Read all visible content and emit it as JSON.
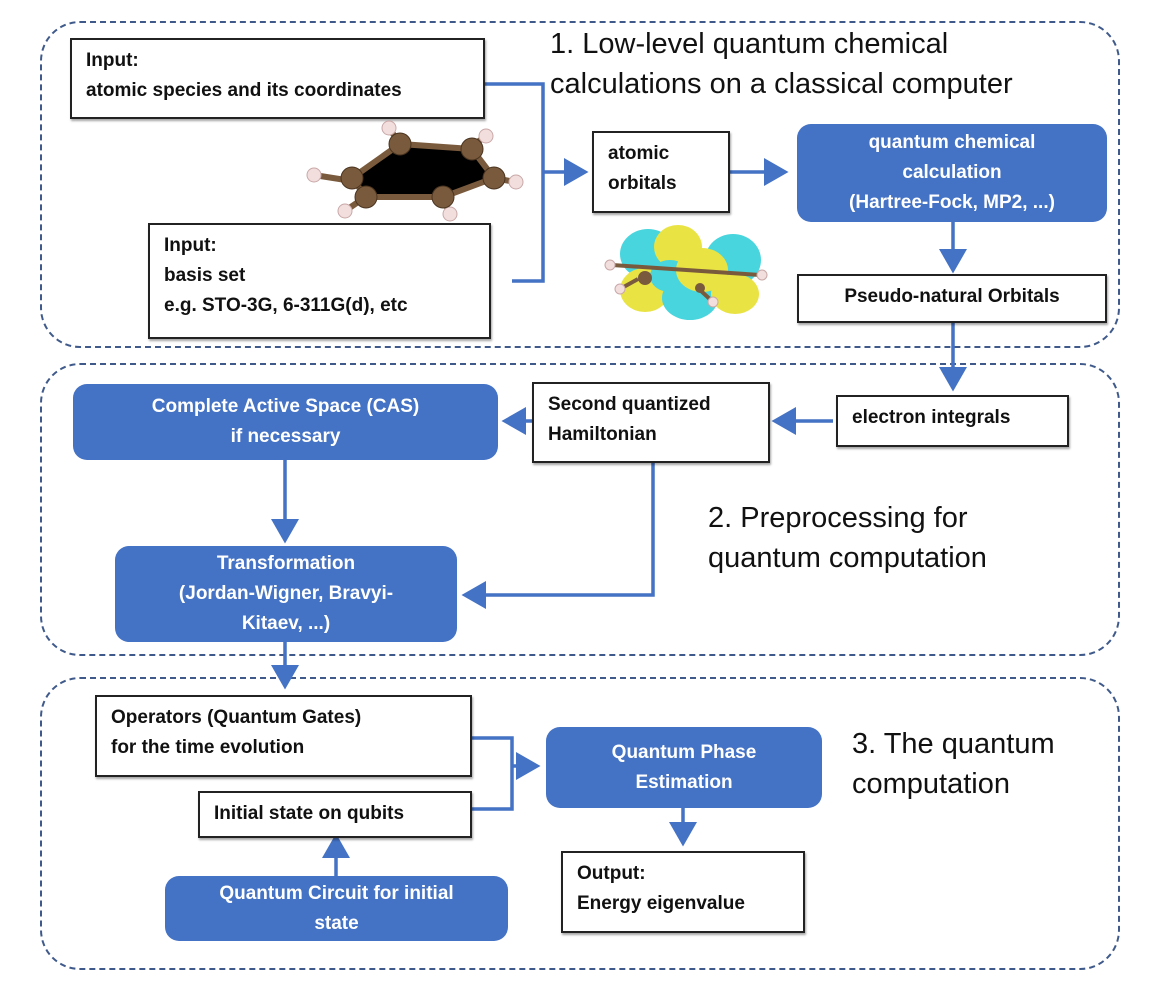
{
  "sections": [
    {
      "title_lines": [
        "1. Low-level quantum chemical",
        "calculations on a classical computer"
      ]
    },
    {
      "title_lines": [
        "2. Preprocessing for",
        "quantum computation"
      ]
    },
    {
      "title_lines": [
        "3. The quantum",
        "computation"
      ]
    }
  ],
  "nodes": {
    "input_atoms": {
      "lines": [
        "Input:",
        "atomic species and its coordinates"
      ]
    },
    "input_basis": {
      "lines": [
        "Input:",
        "basis set",
        "e.g. STO-3G, 6-311G(d), etc"
      ]
    },
    "atomic_orbitals": {
      "lines": [
        "atomic",
        "orbitals"
      ]
    },
    "qc_calc": {
      "lines": [
        "quantum chemical",
        "calculation",
        "(Hartree-Fock, MP2, ...)"
      ]
    },
    "pseudo_natural": {
      "lines": [
        "Pseudo-natural Orbitals"
      ]
    },
    "electron_integrals": {
      "lines": [
        "electron integrals"
      ]
    },
    "second_quantized": {
      "lines": [
        "Second quantized",
        "Hamiltonian"
      ]
    },
    "cas": {
      "lines": [
        "Complete Active Space (CAS)",
        "if necessary"
      ]
    },
    "transformation": {
      "lines": [
        "Transformation",
        "(Jordan-Wigner, Bravyi-",
        "Kitaev, ...)"
      ]
    },
    "operators": {
      "lines": [
        "Operators (Quantum Gates)",
        "for the time evolution"
      ]
    },
    "initial_state": {
      "lines": [
        "Initial state on qubits"
      ]
    },
    "circuit_initial": {
      "lines": [
        "Quantum Circuit for initial",
        "state"
      ]
    },
    "qpe": {
      "lines": [
        "Quantum Phase",
        "Estimation"
      ]
    },
    "output": {
      "lines": [
        "Output:",
        "Energy eigenvalue"
      ]
    }
  },
  "colors": {
    "accent": "#4472c4",
    "dashed_border": "#3f5a8a",
    "carbon": "#7a5a3c",
    "hydrogen": "#f3dede",
    "orbital_cyan": "#3fd3dc",
    "orbital_yellow": "#e8e23a"
  }
}
